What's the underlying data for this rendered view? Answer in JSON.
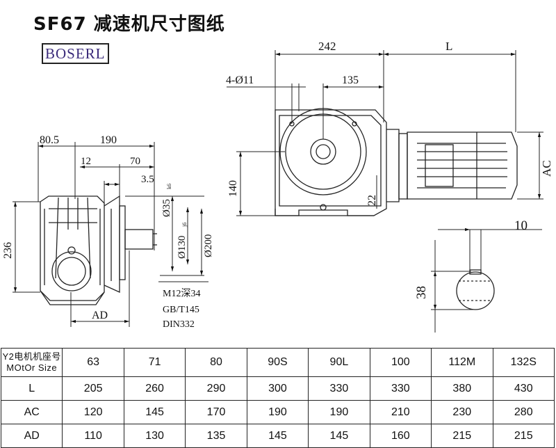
{
  "title": "SF67 减速机尺寸图纸",
  "logo": "BOSERL",
  "dimensions": {
    "d242": "242",
    "dL": "L",
    "d4011": "4-Ø11",
    "d135": "135",
    "d805": "80.5",
    "d190": "190",
    "d12": "12",
    "d70": "70",
    "d35": "3.5",
    "d35k6": "Ø35",
    "d35k6_tol": "k6",
    "d130j6": "Ø130",
    "d130j6_tol": "j6",
    "d200": "Ø200",
    "d236": "236",
    "d140": "140",
    "d22": "22",
    "dAC": "AC",
    "dAD": "AD",
    "d10": "10",
    "d38": "38",
    "note1": "M12深34",
    "note2": "GB/T145",
    "note3": "DIN332"
  },
  "table": {
    "header": {
      "label_line1": "Y2电机机座号",
      "label_line2": "MOtOr Size",
      "sizes": [
        "63",
        "71",
        "80",
        "90S",
        "90L",
        "100",
        "112M",
        "132S"
      ]
    },
    "rows": [
      {
        "label": "L",
        "values": [
          "205",
          "260",
          "290",
          "300",
          "330",
          "330",
          "380",
          "430"
        ]
      },
      {
        "label": "AC",
        "values": [
          "120",
          "145",
          "170",
          "190",
          "190",
          "210",
          "230",
          "280"
        ]
      },
      {
        "label": "AD",
        "values": [
          "110",
          "130",
          "135",
          "145",
          "145",
          "160",
          "215",
          "215"
        ]
      }
    ]
  }
}
